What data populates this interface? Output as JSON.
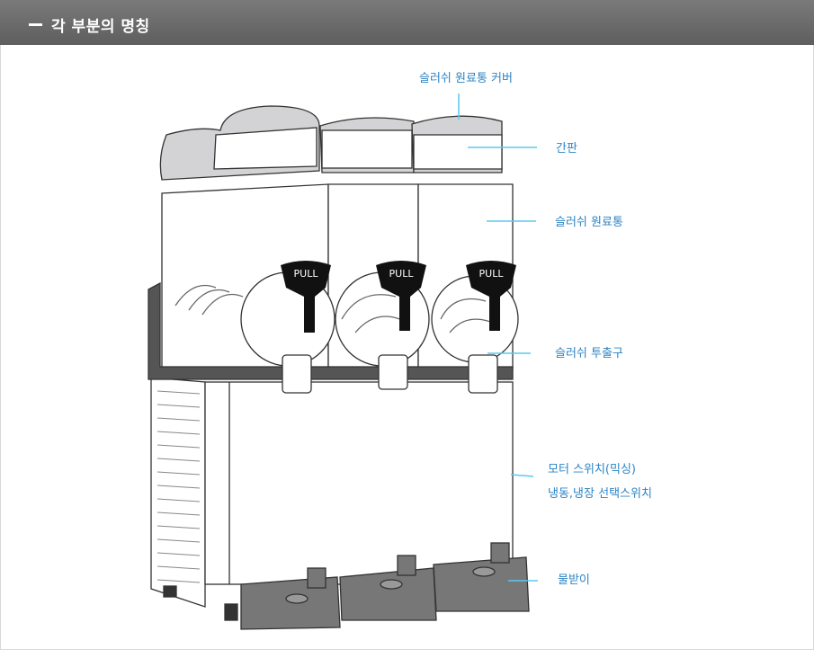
{
  "header": {
    "title": "각 부분의 명칭"
  },
  "handle_text": "PULL",
  "labels": {
    "cover": "슬러쉬 원료통 커버",
    "sign": "간판",
    "tank": "슬러쉬 원료통",
    "outlet": "슬러쉬 투출구",
    "switch_line1": "모터 스위치(믹싱)",
    "switch_line2": "냉동,냉장 선택스위치",
    "tray": "물받이"
  },
  "colors": {
    "label_text": "#2d84c4",
    "leader_line": "#5bc8f0",
    "header_bg": "#666666"
  }
}
